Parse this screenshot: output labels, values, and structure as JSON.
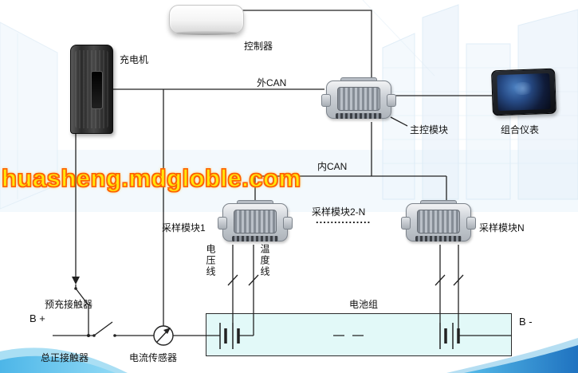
{
  "watermark": "huasheng.mdgloble.com",
  "labels": {
    "controller": "控制器",
    "charger": "充电机",
    "ext_can": "外CAN",
    "main_module": "主控模块",
    "instrument_cluster": "组合仪表",
    "int_can": "内CAN",
    "sampling_module_1": "采样模块1",
    "sampling_module_2n": "采样模块2-N",
    "sampling_dots": "...............",
    "sampling_module_n": "采样模块N",
    "voltage_line": "电压线",
    "temperature_line": "温度线",
    "precharge_contactor": "预充接触器",
    "b_plus": "B +",
    "main_positive_contactor": "总正接触器",
    "current_sensor": "电流传感器",
    "battery_pack": "电池组",
    "b_minus": "B -"
  },
  "colors": {
    "line": "#222222",
    "battery_box_fill": "#e2f9f8",
    "watermark_fill": "#ffe60a",
    "watermark_outline": "#ff5f00",
    "wave_left_blue": "#4db6e8",
    "wave_right_blue": "#1f72c0"
  }
}
